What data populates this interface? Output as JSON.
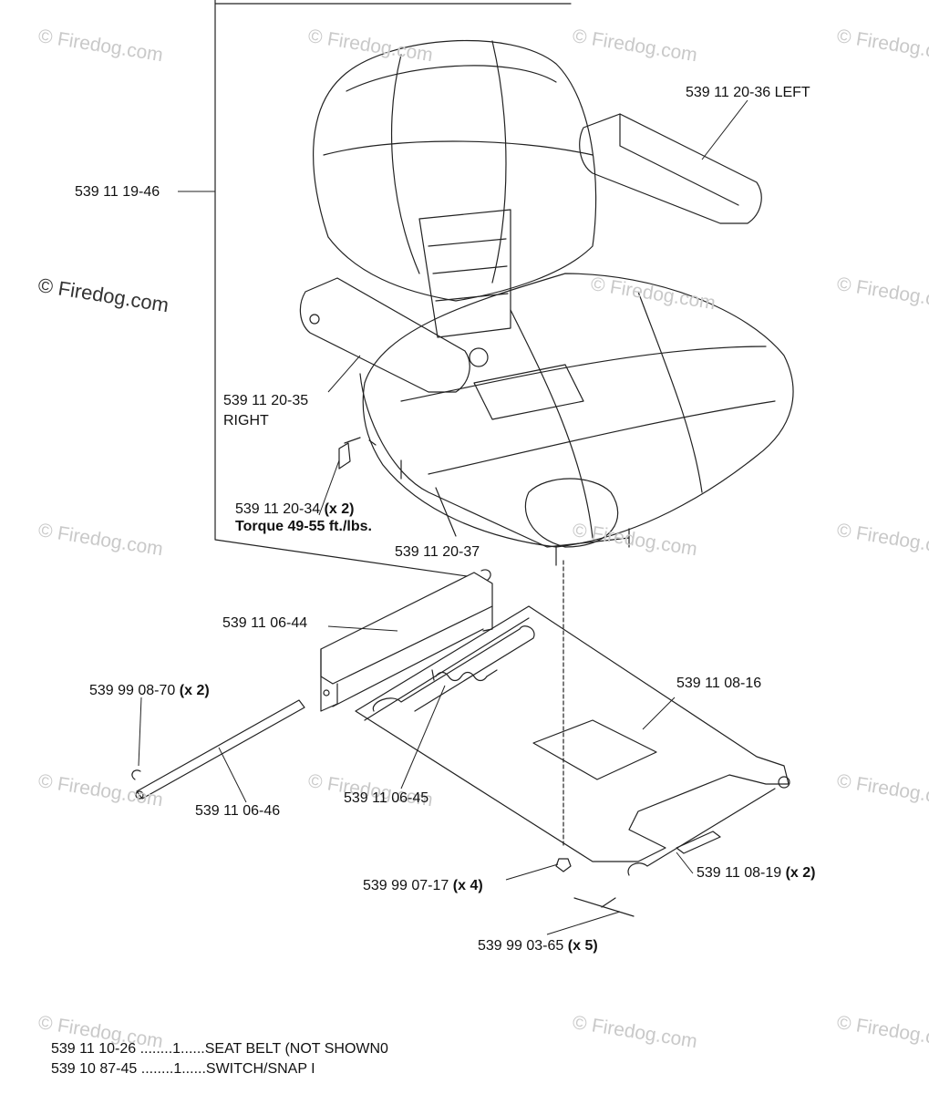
{
  "watermark": "© Firedog.com",
  "callouts": {
    "seat_assembly": {
      "part": "539 11 19-46",
      "qty": "",
      "note": ""
    },
    "armrest_left": {
      "part": "539 11 20-36 LEFT",
      "qty": "",
      "note": ""
    },
    "armrest_right": {
      "part": "539 11 20-35",
      "qty": "",
      "note": "RIGHT"
    },
    "bolt": {
      "part": "539 11 20-34",
      "qty": "(x 2)",
      "note": "Torque 49-55 ft./lbs."
    },
    "seat_bottom": {
      "part": "539 11 20-37",
      "qty": "",
      "note": ""
    },
    "hinge_bracket": {
      "part": "539 11 06-44",
      "qty": "",
      "note": ""
    },
    "e_clip": {
      "part": "539 99 08-70",
      "qty": "(x 2)",
      "note": ""
    },
    "pivot_rod": {
      "part": "539 11 06-46",
      "qty": "",
      "note": ""
    },
    "spring": {
      "part": "539 11 06-45",
      "qty": "",
      "note": ""
    },
    "seat_plate": {
      "part": "539 11 08-16",
      "qty": "",
      "note": ""
    },
    "nut": {
      "part": "539 99 07-17",
      "qty": "(x 4)",
      "note": ""
    },
    "pin": {
      "part": "539 11 08-19",
      "qty": "(x 2)",
      "note": ""
    },
    "cotter_pin": {
      "part": "539 99 03-65",
      "qty": "(x 5)",
      "note": ""
    }
  },
  "parts_list": [
    {
      "part": "539 11 10-26",
      "dots": "........",
      "qty": "1",
      "sep": "......",
      "desc": "SEAT BELT (NOT SHOWN0"
    },
    {
      "part": "539 10 87-45",
      "dots": "........",
      "qty": "1",
      "sep": "......",
      "desc": "SWITCH/SNAP I"
    }
  ]
}
